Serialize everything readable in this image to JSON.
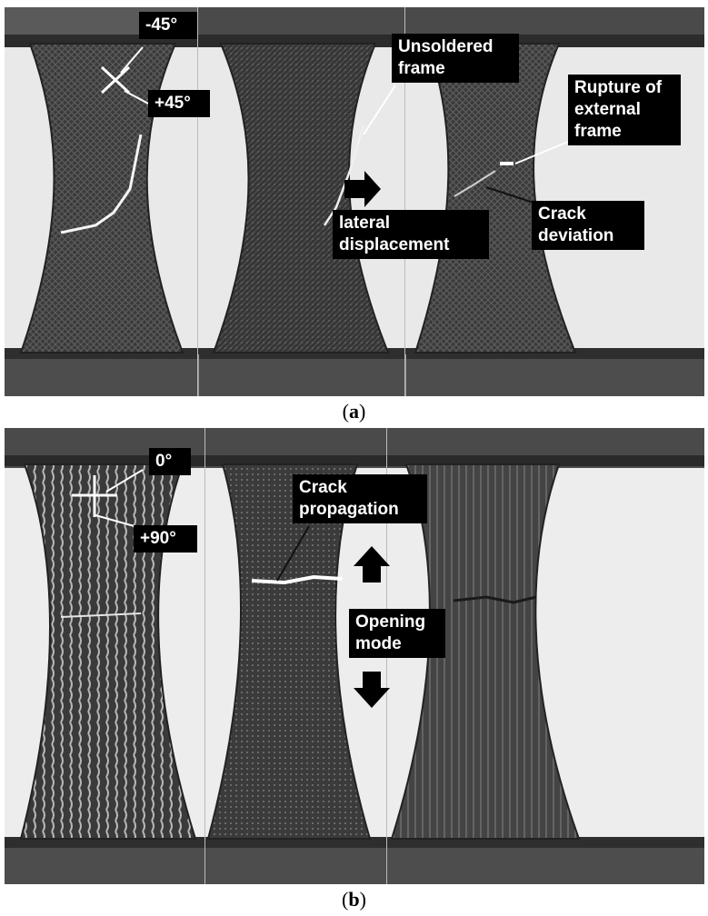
{
  "panel_a": {
    "caption_letter": "a",
    "labels": {
      "minus45": "-45°",
      "plus45": "+45°",
      "unsoldered": "Unsoldered\nframe",
      "rupture": "Rupture of\nexternal\nframe",
      "lateral": "lateral\ndisplacement",
      "crack_dev": "Crack\ndeviation"
    }
  },
  "panel_b": {
    "caption_letter": "b",
    "labels": {
      "zero": "0°",
      "plus90": "+90°",
      "crack_prop": "Crack\npropagation",
      "opening": "Opening\nmode"
    }
  }
}
